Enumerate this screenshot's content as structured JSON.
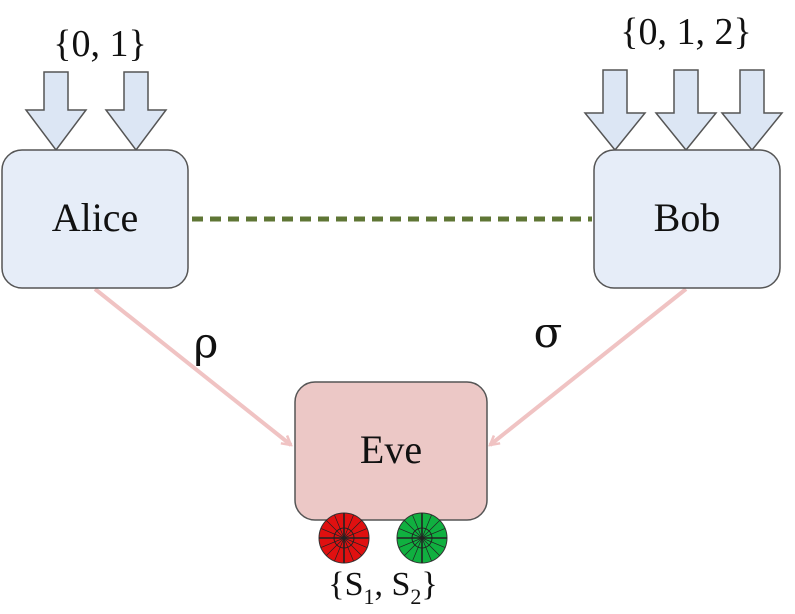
{
  "nodes": {
    "alice": {
      "label": "Alice",
      "inputs": "{0, 1}"
    },
    "bob": {
      "label": "Bob",
      "inputs": "{0, 1, 2}"
    },
    "eve": {
      "label": "Eve",
      "outputs": {
        "open": "{S",
        "s1": "1",
        "sep": ", S",
        "s2": "2",
        "close": "}"
      }
    }
  },
  "edges": {
    "alice_to_eve": "ρ",
    "bob_to_eve": "σ"
  },
  "colors": {
    "party_box_fill": "#e6edf8",
    "eve_box_fill": "#ecc8c6",
    "input_arrow_fill": "#dce6f4",
    "link_dashed": "#5f7635",
    "state_arrow": "#f0c3c3",
    "detector_1": "#e01010",
    "detector_2": "#10b040"
  }
}
